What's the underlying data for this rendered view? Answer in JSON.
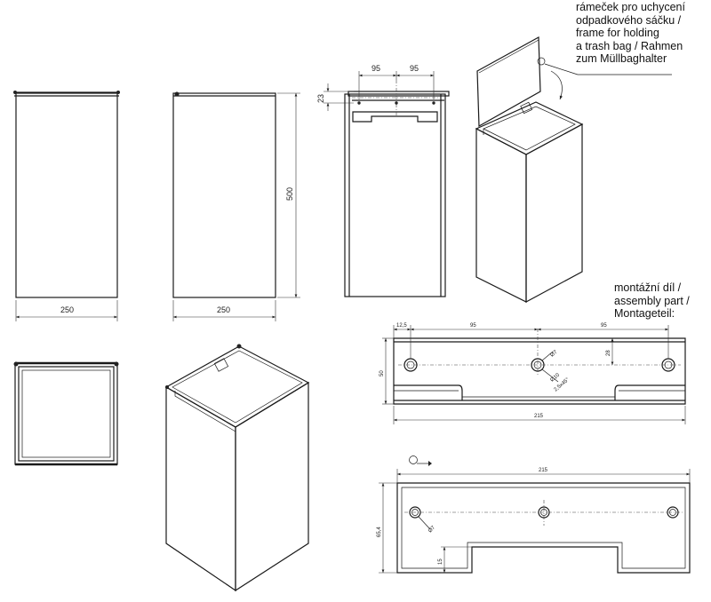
{
  "notes": {
    "frame": [
      "rámeček pro uchycení",
      "odpadkového sáčku /",
      "frame for holding",
      "a trash bag / Rahmen",
      "zum Müllbaghalter"
    ],
    "assembly": [
      "montážní díl /",
      "assembly part /",
      "Montageteil:"
    ]
  },
  "dims": {
    "front_width": "250",
    "side_width": "250",
    "height": "500",
    "frame_left": "95",
    "frame_right": "95",
    "frame_offset": "23",
    "part_edge": "12,5",
    "part_left": "95",
    "part_right": "95",
    "part_height": "50",
    "part_hole_y": "28",
    "part_length": "215",
    "part_hole_dia": "Ø7",
    "part_cs_dia": "Ø10",
    "part_cs_angle": "2,5x45°",
    "bottom_length": "215",
    "bottom_height": "65,4",
    "bottom_step": "15",
    "bottom_hole": "Ø7"
  }
}
